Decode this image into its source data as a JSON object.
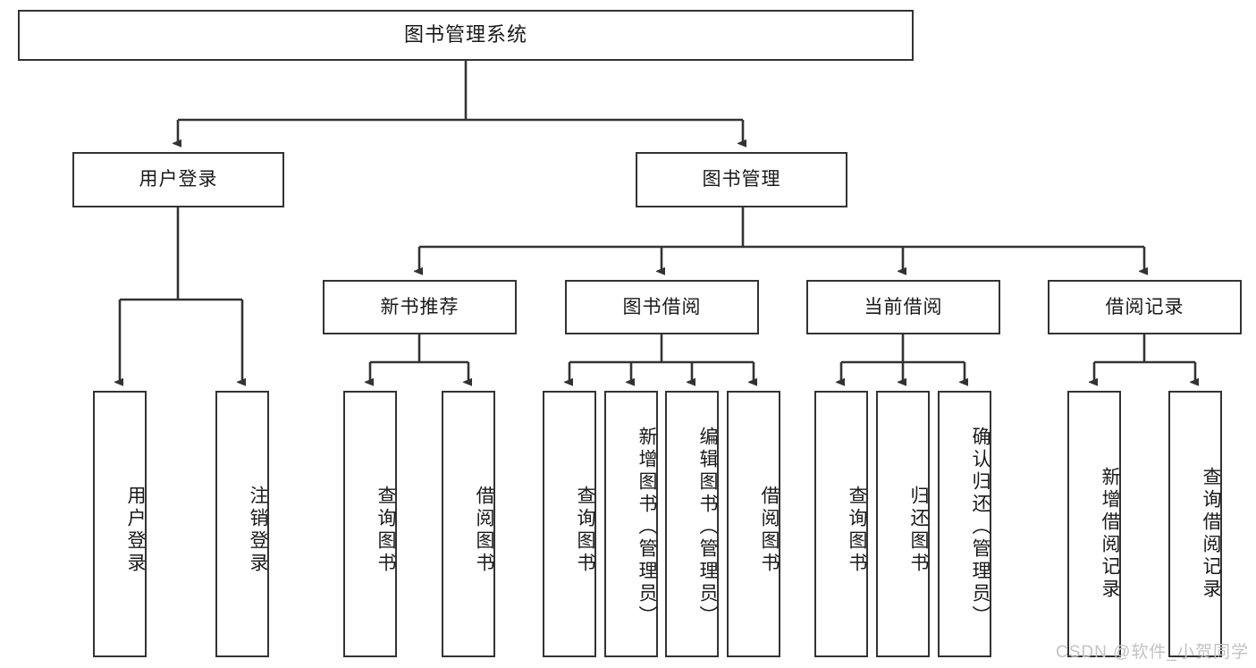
{
  "diagram": {
    "title": "图书管理系统",
    "watermark": "CSDN @软件_小贺同学",
    "colors": {
      "box_border": "#333333",
      "box_fill": "#ffffff",
      "edge": "#333333",
      "text": "#1a1a1a",
      "watermark": "#c3c3c3",
      "background": "#ffffff"
    },
    "nodes": {
      "root": "图书管理系统",
      "level2": {
        "user_login": "用户登录",
        "book_manage": "图书管理"
      },
      "level3": {
        "new_book_rec": "新书推荐",
        "book_borrow": "图书借阅",
        "current_borrow": "当前借阅",
        "borrow_record": "借阅记录"
      },
      "leaves": {
        "user_login_1": "用户登录",
        "user_login_2": "注销登录",
        "new_book_rec_1": "查询图书",
        "new_book_rec_2": "借阅图书",
        "book_borrow_1": "查询图书",
        "book_borrow_2": "新增图书（管理员）",
        "book_borrow_3": "编辑图书（管理员）",
        "book_borrow_4": "借阅图书",
        "current_borrow_1": "查询图书",
        "current_borrow_2": "归还图书",
        "current_borrow_3": "确认归还（管理员）",
        "borrow_record_1": "新增借阅记录",
        "borrow_record_2": "查询借阅记录"
      }
    }
  }
}
